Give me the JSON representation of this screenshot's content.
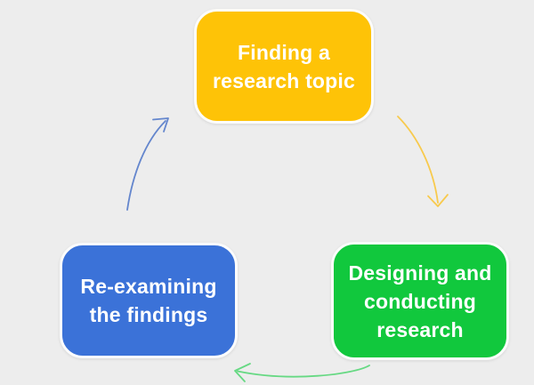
{
  "page": {
    "background": "#ededed"
  },
  "diagram": {
    "name": "research-cycle",
    "nodes": [
      {
        "id": "finding-topic",
        "label": "Finding a\nresearch topic",
        "fill": "#fec307",
        "text_color": "#ffffff"
      },
      {
        "id": "designing-conducting",
        "label": "Designing and\nconducting\nresearch",
        "fill": "#11c83d",
        "text_color": "#ffffff"
      },
      {
        "id": "reexamining-findings",
        "label": "Re-examining\nthe findings",
        "fill": "#3b72d8",
        "text_color": "#ffffff"
      }
    ],
    "arrows": [
      {
        "id": "topic-to-designing",
        "color": "#f8ca4d"
      },
      {
        "id": "designing-to-reexamining",
        "color": "#66d983"
      },
      {
        "id": "reexamining-to-topic",
        "color": "#6486cd"
      }
    ]
  }
}
